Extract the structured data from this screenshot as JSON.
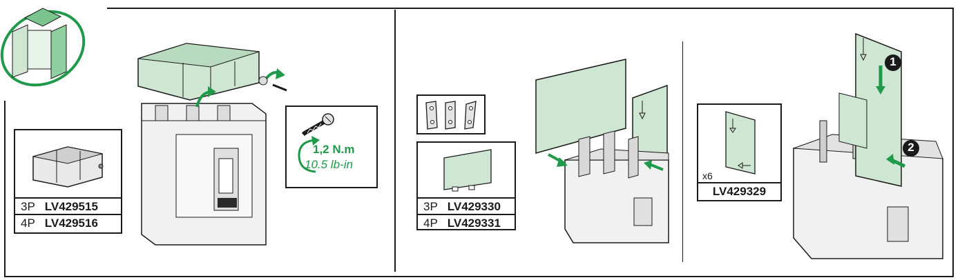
{
  "colors": {
    "accent_green": "#1f9a4a",
    "panel_green": "#cfe6d3",
    "outline": "#1a1a1a",
    "breaker_grey": "#f1f1f1"
  },
  "icons": [
    "logo-cube-icon",
    "screw-icon",
    "rotation-arrow-icon",
    "step-1-badge-icon",
    "step-2-badge-icon",
    "down-arrow-icon"
  ],
  "section1": {
    "references": [
      {
        "poles": "3P",
        "code": "LV429515"
      },
      {
        "poles": "4P",
        "code": "LV429516"
      }
    ],
    "torque": {
      "metric": "1,2 N.m",
      "imperial": "10.5 lb-in"
    }
  },
  "section2": {
    "references": [
      {
        "poles": "3P",
        "code": "LV429330"
      },
      {
        "poles": "4P",
        "code": "LV429331"
      }
    ]
  },
  "section3": {
    "quantity": "x6",
    "reference": "LV429329",
    "steps": [
      "1",
      "2"
    ]
  }
}
